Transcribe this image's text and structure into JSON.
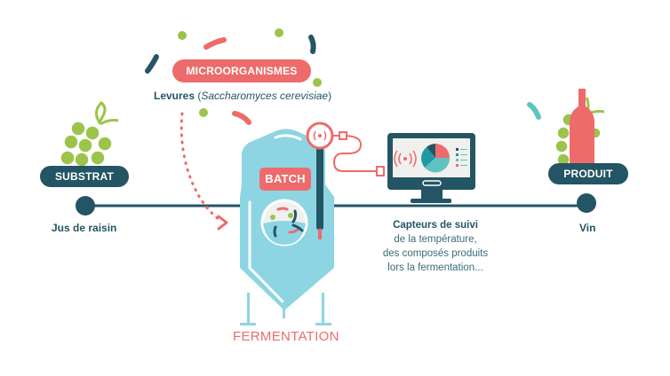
{
  "colors": {
    "dark_teal": "#235564",
    "coral": "#ee6b6b",
    "light_blue": "#8dd5e3",
    "green": "#9cc44a",
    "light_green": "#b6d86a",
    "turquoise": "#5fc4c0",
    "screen_bg": "#f0f0ee"
  },
  "substrate": {
    "badge": "SUBSTRAT",
    "label": "Jus de raisin",
    "icon": "grapes-icon"
  },
  "microorganisms": {
    "badge": "MICROORGANISMES",
    "label_main": "Levures ",
    "label_open": "(",
    "label_species": "Saccharomyces cerevisiae",
    "label_close": ")"
  },
  "fermentation": {
    "badge": "BATCH",
    "label": "FERMENTATION",
    "icon": "fermentation-tank-icon"
  },
  "sensors": {
    "title": "Capteurs de suivi",
    "lines": [
      "de la température,",
      "des composés produits",
      "lors la fermentation..."
    ],
    "icon": "monitor-pie-chart-icon"
  },
  "product": {
    "badge": "PRODUIT",
    "label": "Vin",
    "icon": "wine-bottle-icon"
  }
}
